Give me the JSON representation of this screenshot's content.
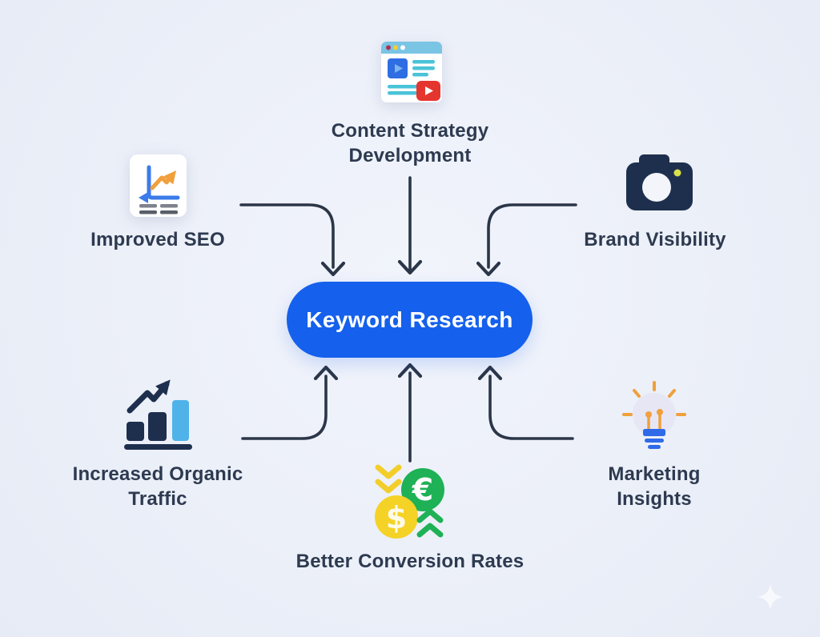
{
  "title": "Keyword Research benefits diagram",
  "colors": {
    "background": "#edf1f9",
    "pill_blue": "#1560ec",
    "text_dark": "#2d3a50",
    "arrow": "#2b3648"
  },
  "center": {
    "label": "Keyword Research"
  },
  "nodes": [
    {
      "label": "Content Strategy Development",
      "icon": "browser-video-icon",
      "position": "top-center"
    },
    {
      "label": "Improved SEO",
      "icon": "seo-line-chart-icon",
      "position": "top-left"
    },
    {
      "label": "Brand Visibility",
      "icon": "camera-icon",
      "position": "top-right"
    },
    {
      "label": "Increased Organic Traffic",
      "icon": "growth-bar-chart-icon",
      "position": "bottom-left"
    },
    {
      "label": "Better Conversion Rates",
      "icon": "currency-exchange-icon",
      "position": "bottom-center"
    },
    {
      "label": "Marketing Insights",
      "icon": "lightbulb-icon",
      "position": "bottom-right"
    }
  ]
}
